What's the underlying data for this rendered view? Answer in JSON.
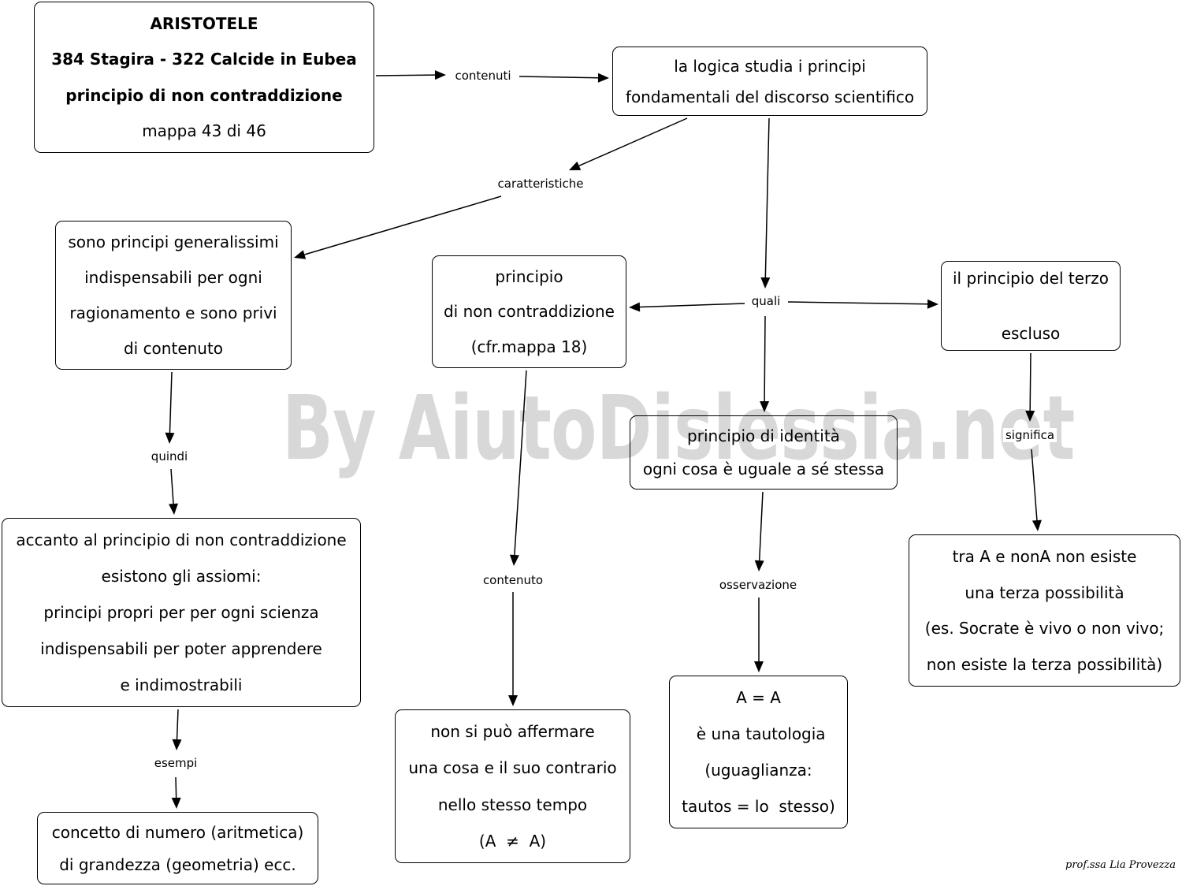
{
  "watermark": "By AiutoDislessia.net",
  "signature": "prof.ssa Lia Provezza",
  "nodes": {
    "title": [
      "ARISTOTELE",
      "384 Stagira - 322 Calcide in Eubea",
      "principio di non contraddizione",
      "mappa 43 di 46"
    ],
    "logica": [
      "la logica studia i principi",
      "fondamentali del discorso scientifico"
    ],
    "generalissimi": [
      "sono principi generalissimi",
      "indispensabili per ogni",
      "ragionamento e sono privi",
      "di contenuto"
    ],
    "non_contraddizione": [
      "principio",
      "di non contraddizione",
      "(cfr.mappa 18)"
    ],
    "terzo_escluso": [
      "il principio del terzo",
      "",
      "escluso"
    ],
    "identita": [
      "principio di identità",
      "ogni cosa è uguale a sé stessa"
    ],
    "assiomi": [
      "accanto al principio di non contraddizione",
      "esistono gli assiomi:",
      "principi propri per per ogni scienza",
      "indispensabili per poter apprendere",
      "e indimostrabili"
    ],
    "terza_possibilita": [
      "tra A e nonA non esiste",
      "una terza possibilità",
      "(es. Socrate è vivo o non vivo;",
      "non esiste la terza possibilità)"
    ],
    "non_affermare": [
      "non si può affermare",
      "una cosa e il suo contrario",
      "nello stesso tempo",
      "(A  ≠  A)"
    ],
    "tautologia": [
      "A = A",
      " è una tautologia",
      "(uguaglianza:",
      "tautos = lo  stesso)"
    ],
    "esempi_numero": [
      "concetto di numero (aritmetica)",
      "di grandezza (geometria) ecc."
    ]
  },
  "edge_labels": {
    "contenuti": "contenuti",
    "caratteristiche": "caratteristiche",
    "quali": "quali",
    "quindi": "quindi",
    "contenuto": "contenuto",
    "significa": "significa",
    "osservazione": "osservazione",
    "esempi": "esempi"
  }
}
